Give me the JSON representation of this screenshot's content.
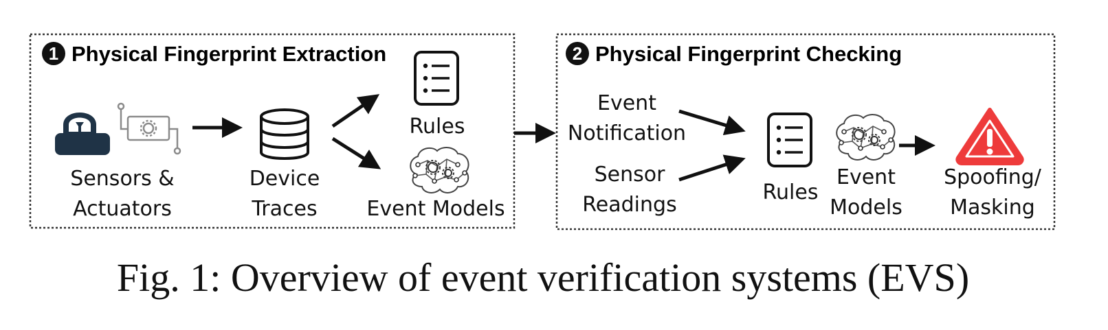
{
  "section1": {
    "number": "1",
    "title": "Physical Fingerprint Extraction",
    "sensors_line1": "Sensors &",
    "sensors_line2": "Actuators",
    "traces_line1": "Device",
    "traces_line2": "Traces",
    "rules": "Rules",
    "event_models": "Event Models"
  },
  "section2": {
    "number": "2",
    "title": "Physical Fingerprint Checking",
    "notification_line1": "Event",
    "notification_line2": "Notification",
    "readings_line1": "Sensor",
    "readings_line2": "Readings",
    "rules": "Rules",
    "models_line1": "Event",
    "models_line2": "Models",
    "alert_line1": "Spoofing/",
    "alert_line2": "Masking"
  },
  "caption": "Fig. 1: Overview of event verification systems (EVS)",
  "colors": {
    "alert_red": "#ee3b3b",
    "dark_navy": "#1f3346",
    "ink": "#111111"
  },
  "icons": [
    "sensor-icon",
    "circuit-gear-icon",
    "database-icon",
    "rules-list-icon",
    "brain-gear-icon",
    "warning-icon"
  ]
}
